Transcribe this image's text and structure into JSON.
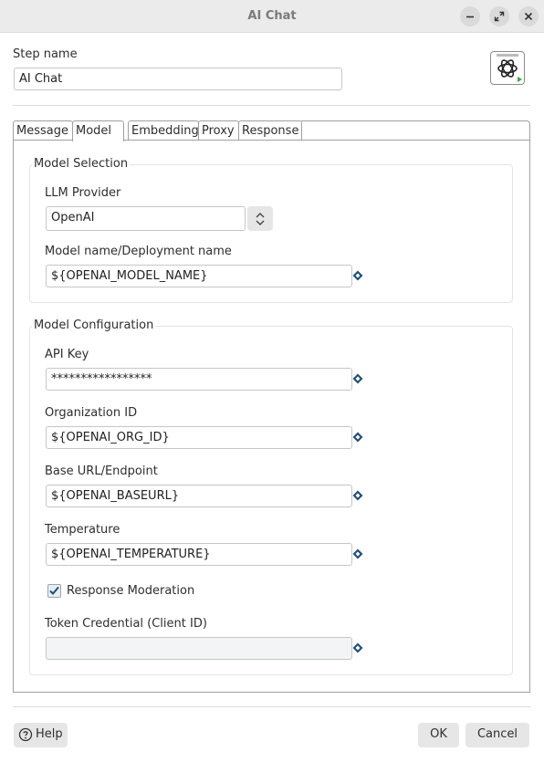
{
  "window": {
    "title": "AI Chat",
    "controls": {
      "minimize": "minimize-icon",
      "maximize": "maximize-icon",
      "close": "close-icon"
    }
  },
  "step": {
    "label": "Step name",
    "value": "AI Chat",
    "logo_icon": "openai-logo-icon"
  },
  "tabs": [
    {
      "label": "Message",
      "active": false
    },
    {
      "label": "Model",
      "active": true
    },
    {
      "label": "Embedding",
      "active": false
    },
    {
      "label": "Proxy",
      "active": false
    },
    {
      "label": "Response",
      "active": false
    }
  ],
  "model_selection": {
    "title": "Model Selection",
    "provider_label": "LLM Provider",
    "provider_value": "OpenAI",
    "model_label": "Model name/Deployment name",
    "model_value": "${OPENAI_MODEL_NAME}"
  },
  "model_configuration": {
    "title": "Model Configuration",
    "api_key_label": "API Key",
    "api_key_value": "*****************",
    "org_label": "Organization ID",
    "org_value": "${OPENAI_ORG_ID}",
    "base_url_label": "Base URL/Endpoint",
    "base_url_value": "${OPENAI_BASEURL}",
    "temperature_label": "Temperature",
    "temperature_value": "${OPENAI_TEMPERATURE}",
    "moderation_label": "Response Moderation",
    "moderation_checked": true,
    "token_label": "Token Credential (Client ID)",
    "token_value": ""
  },
  "footer": {
    "help_label": "Help",
    "ok_label": "OK",
    "cancel_label": "Cancel"
  },
  "colors": {
    "variable_icon": "#1f4f78",
    "checkbox_check": "#1f4f78",
    "logo_play": "#3aa83a"
  }
}
